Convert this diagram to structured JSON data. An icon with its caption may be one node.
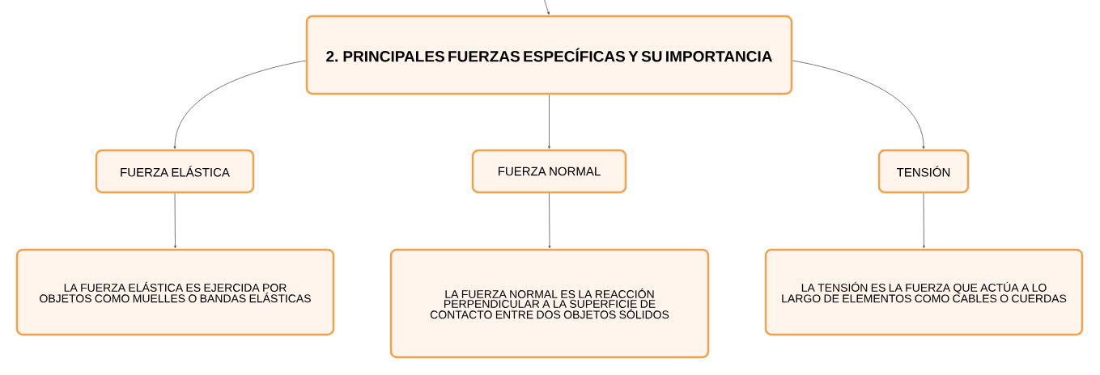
{
  "diagram": {
    "nodes": [
      {
        "text": [
          "2. PRINCIPALES FUERZAS ESPECÍFICAS Y SU IMPORTANCIA"
        ]
      },
      {
        "text": [
          "FUERZA ELÁSTICA"
        ]
      },
      {
        "text": [
          "FUERZA NORMAL"
        ]
      },
      {
        "text": [
          "TENSIÓN"
        ]
      },
      {
        "text": [
          "LA FUERZA ELÁSTICA ES EJERCIDA POR OBJETOS COMO MUELLES O BANDAS ELÁSTICAS"
        ]
      },
      {
        "text": [
          "LA FUERZA NORMAL ES LA REACCIÓN PERPENDICULAR A LA SUPERFICIE DE CONTACTO ENTRE DOS OBJETOS SÓLIDOS"
        ]
      },
      {
        "text": [
          "LA TENSIÓN ES LA FUERZA QUE ACTÚA A LO LARGO DE ELEMENTOS COMO CABLES O CUERDAS"
        ]
      }
    ],
    "edges": [
      {
        "from": null,
        "to": 0,
        "arrow": "to"
      },
      {
        "from": 0,
        "to": 1,
        "arrow": "to"
      },
      {
        "from": 0,
        "to": 2,
        "arrow": "to"
      },
      {
        "from": 0,
        "to": 3,
        "arrow": "to"
      },
      {
        "from": 1,
        "to": 4,
        "arrow": "to"
      },
      {
        "from": 2,
        "to": 5,
        "arrow": "to"
      },
      {
        "from": 3,
        "to": 6,
        "arrow": "to"
      }
    ]
  }
}
